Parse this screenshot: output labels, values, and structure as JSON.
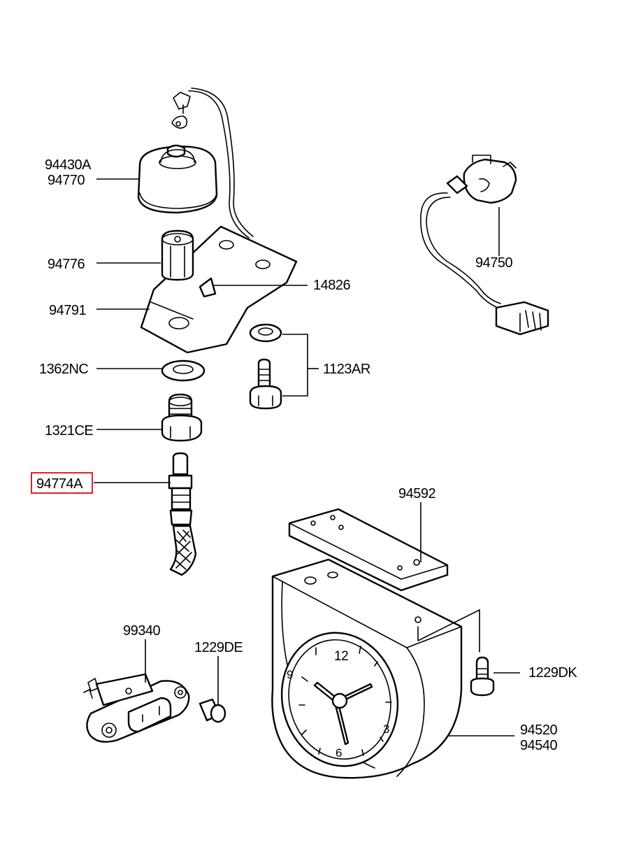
{
  "labels": {
    "p94430A": "94430A",
    "p94770": "94770",
    "p94776": "94776",
    "p94791": "94791",
    "p14826": "14826",
    "p94750": "94750",
    "p1362NC": "1362NC",
    "p1123AR": "1123AR",
    "p1321CE": "1321CE",
    "p94774A": "94774A",
    "p94592": "94592",
    "p99340": "99340",
    "p1229DE": "1229DE",
    "p1229DK": "1229DK",
    "p94520": "94520",
    "p94540": "94540"
  },
  "clock_numerals": {
    "twelve": "12",
    "three": "3",
    "six": "6",
    "nine": "9"
  },
  "highlight_color": "#e0202a"
}
